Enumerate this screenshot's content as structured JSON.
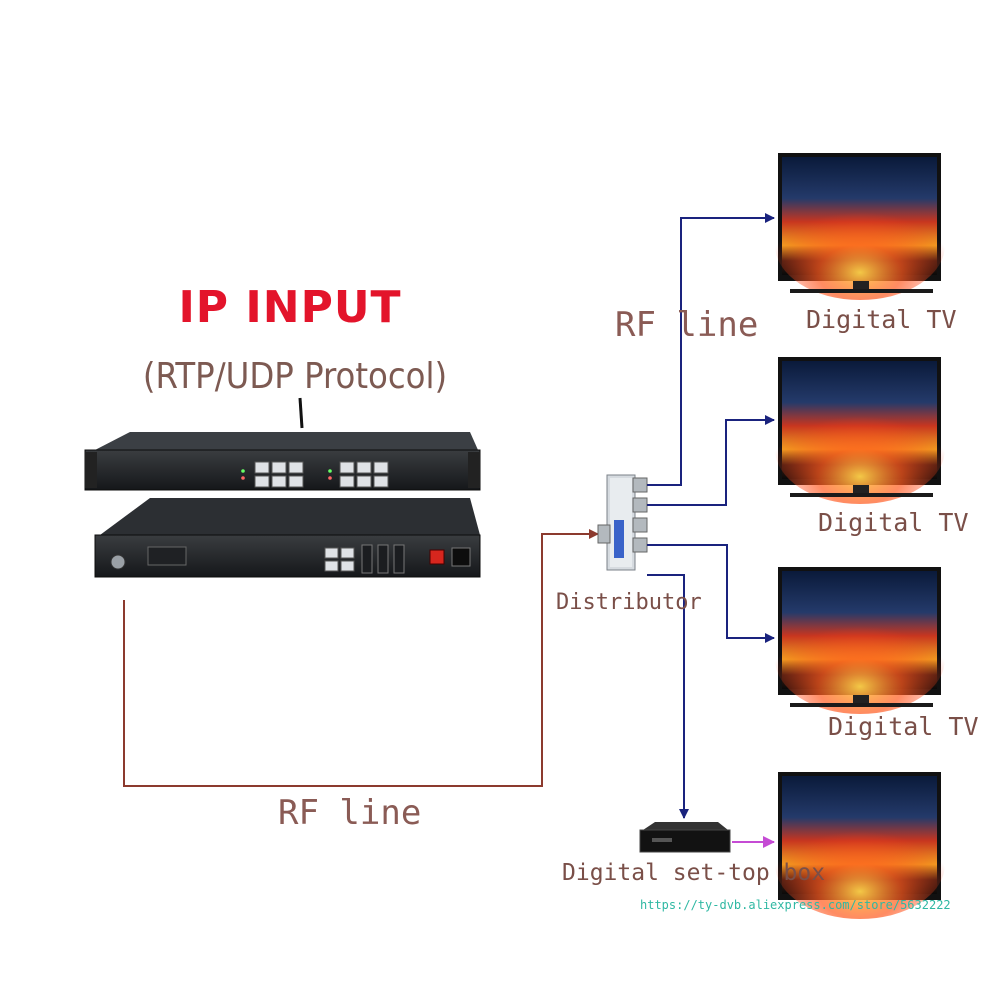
{
  "header": {
    "title": "IP INPUT",
    "subtitle": "(RTP/UDP Protocol)"
  },
  "labels": {
    "rf_line_bottom": "RF line",
    "rf_line_top": "RF line",
    "distributor": "Distributor",
    "tv_1": "Digital TV",
    "tv_2": "Digital TV",
    "tv_3": "Digital TV",
    "set_top_box": "Digital set-top box"
  },
  "watermark": "https://ty-dvb.aliexpress.com/store/5632222",
  "colors": {
    "title": "#e3142b",
    "rf_line_brown": "#8c3a2e",
    "rf_line_blue": "#1a237e",
    "stb_link": "#c54bd4"
  }
}
